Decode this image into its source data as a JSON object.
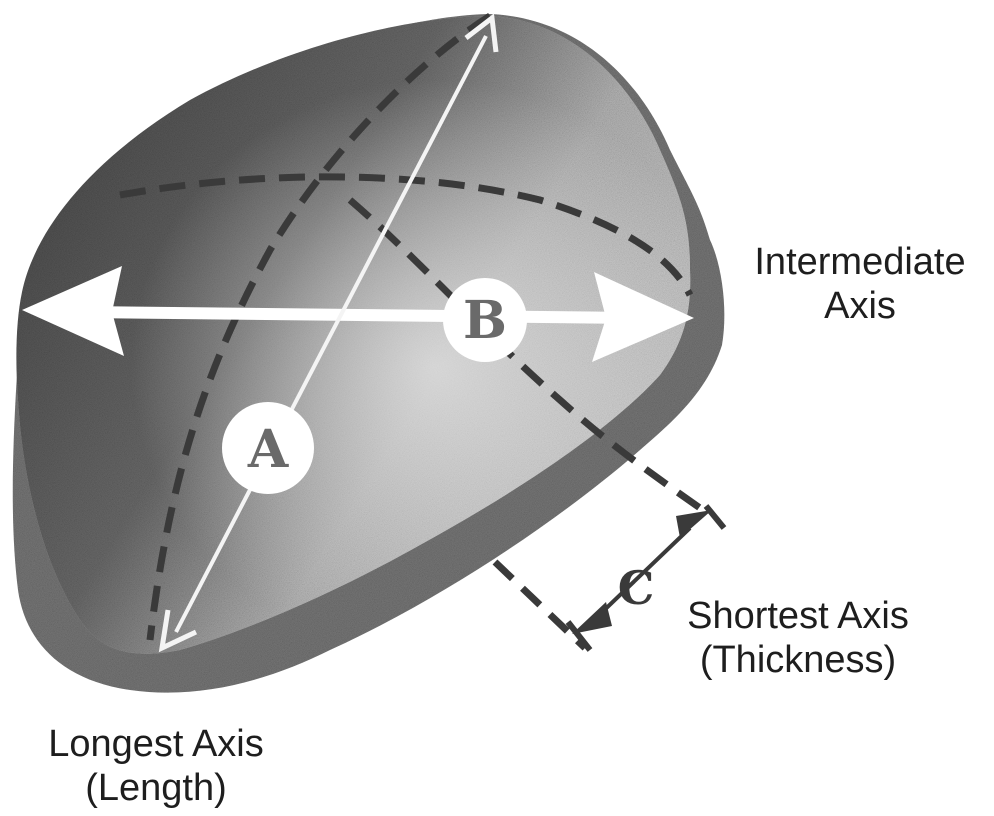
{
  "labels": {
    "intermediate": [
      "Intermediate",
      "Axis"
    ],
    "shortest": [
      "Shortest Axis",
      "(Thickness)"
    ],
    "longest": [
      "Longest Axis",
      "(Length)"
    ]
  },
  "letters": {
    "a": "A",
    "b": "B",
    "c": "C"
  },
  "colors": {
    "dark_face": "#575757",
    "light_face": "#c4c4c4",
    "rim": "#7c7c7c",
    "arrow": "#ffffff",
    "label_text": "#1e1e1e"
  }
}
